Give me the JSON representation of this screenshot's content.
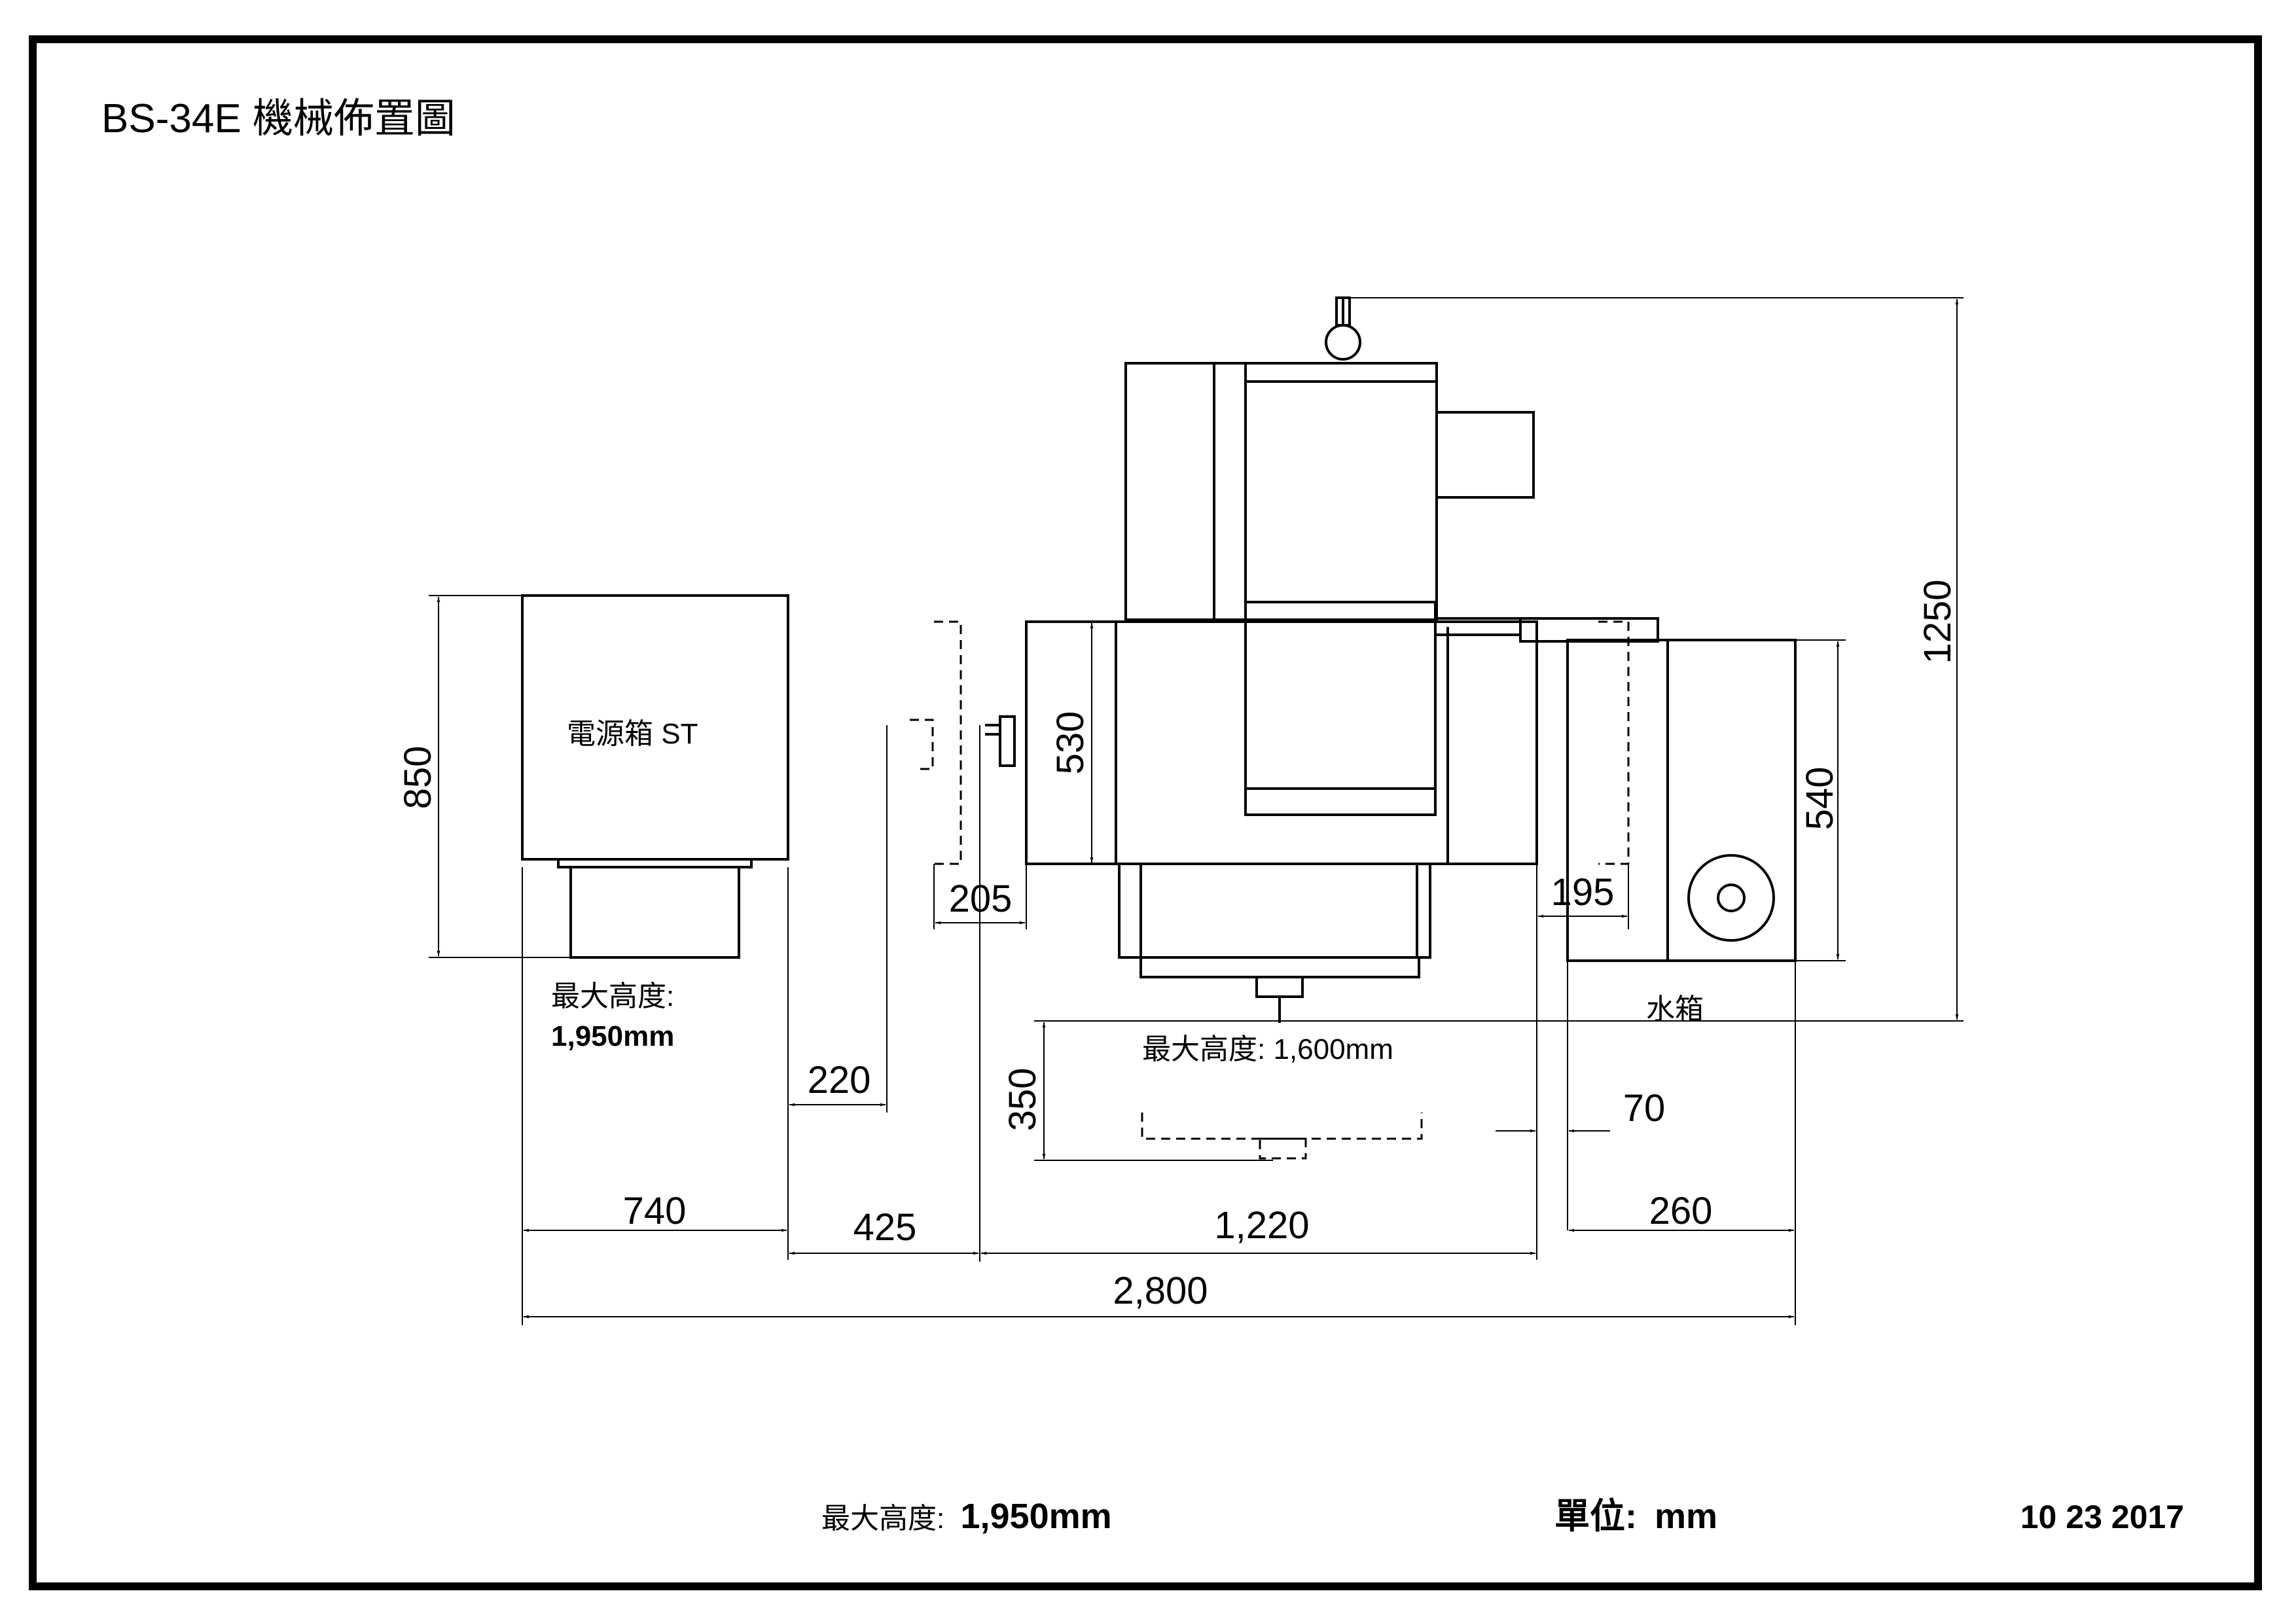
{
  "title": "BS-34E  機械佈置圖",
  "power_box": {
    "label": "電源箱 ST",
    "max_height_label": "最大高度:",
    "max_height_value": "1,950mm"
  },
  "machine": {
    "max_height_label": "最大高度: 1,600mm"
  },
  "water_tank": {
    "label": "水箱"
  },
  "dimensions": {
    "d850": "850",
    "d530": "530",
    "d540": "540",
    "d1250": "1250",
    "d205": "205",
    "d195": "195",
    "d220": "220",
    "d350": "350",
    "d70": "70",
    "d740": "740",
    "d425": "425",
    "d1220": "1,220",
    "d260": "260",
    "d2800": "2,800"
  },
  "footer": {
    "max_height_label": "最大高度:",
    "max_height_value": "1,950mm",
    "unit_label": "單位:",
    "unit_value": "mm",
    "date": "10 23 2017"
  }
}
